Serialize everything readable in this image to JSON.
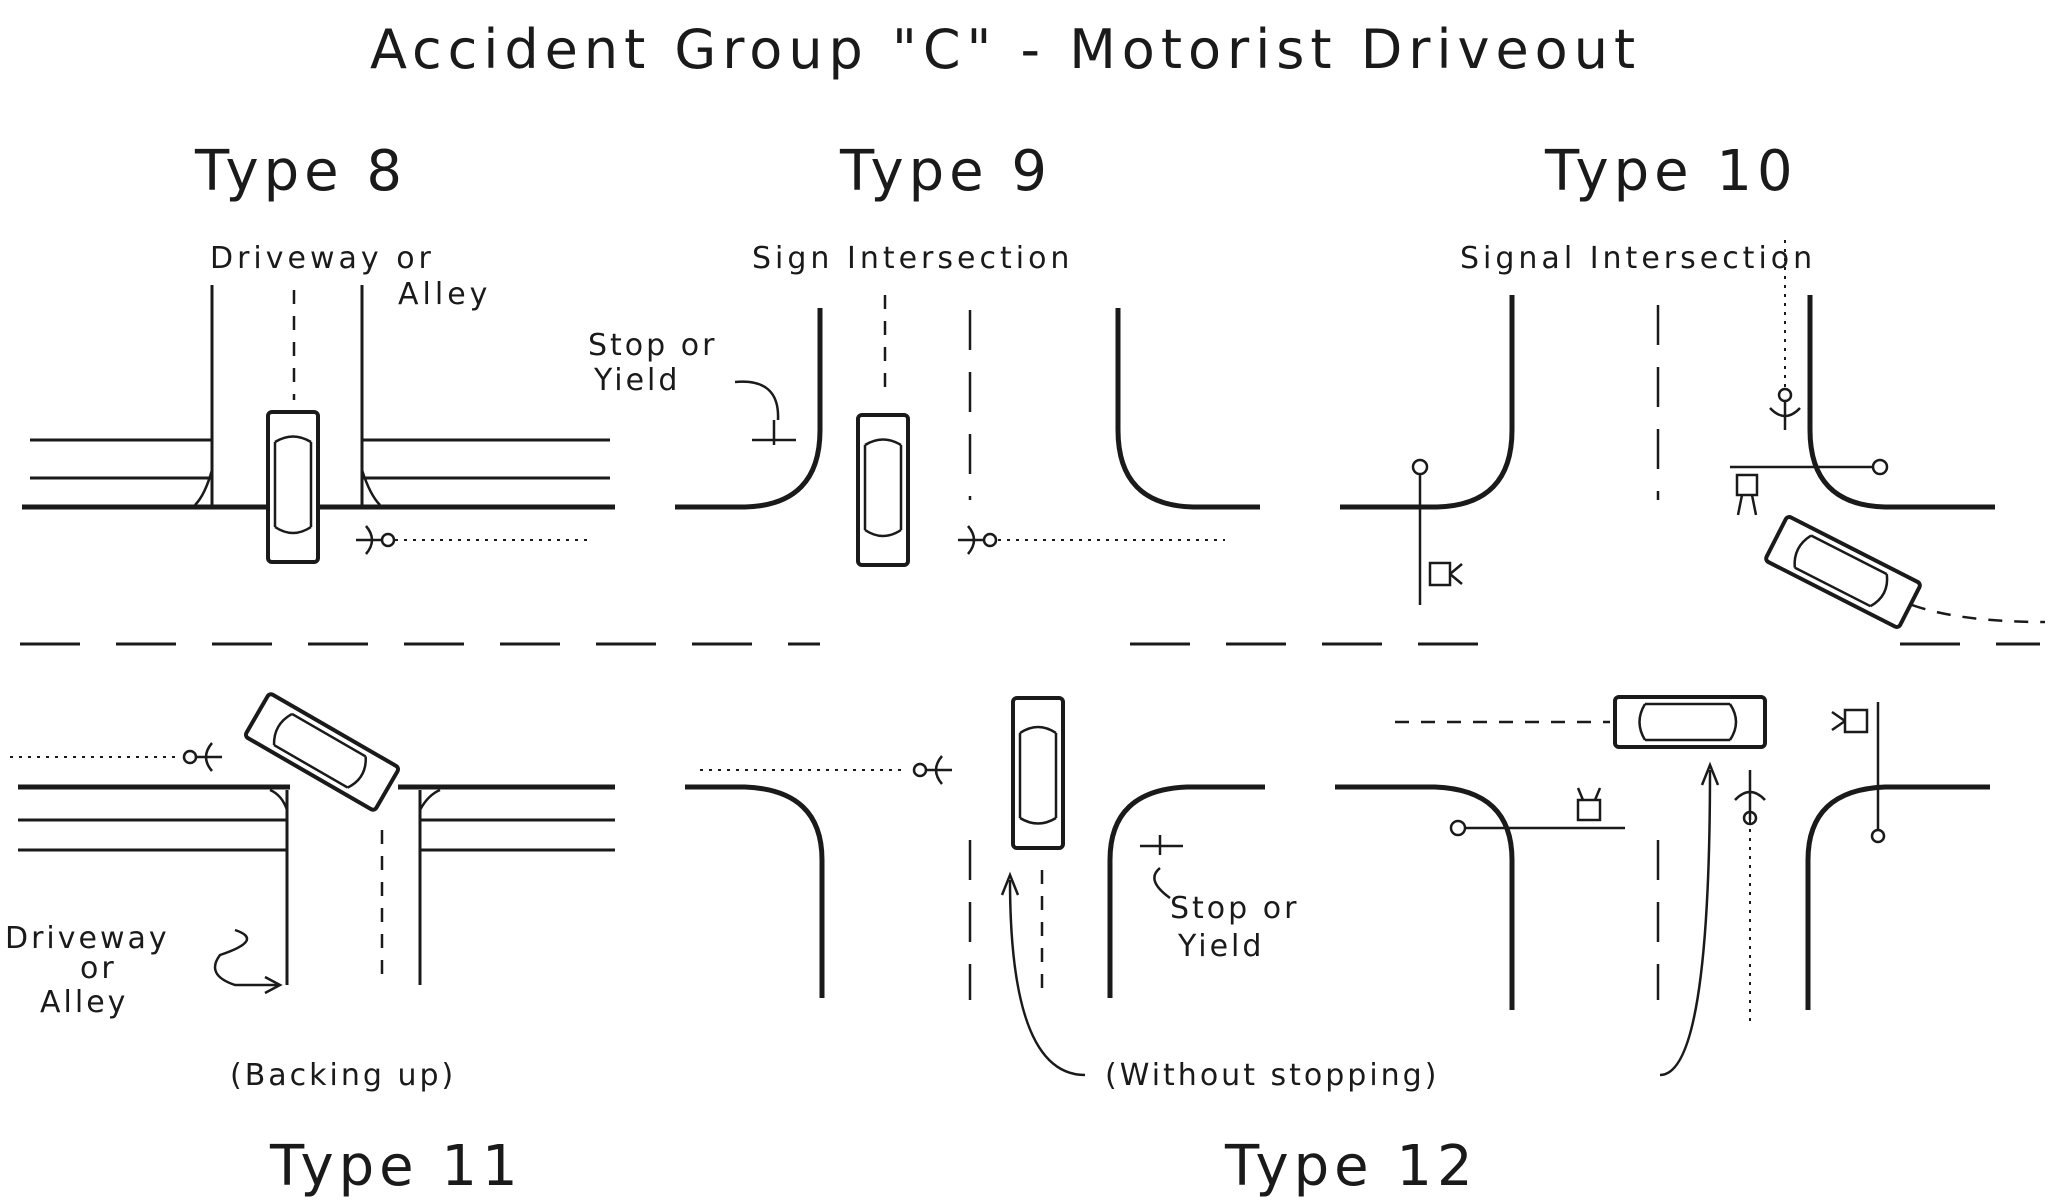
{
  "title": "Accident Group \"C\" - Motorist Driveout",
  "panels": {
    "type8": {
      "heading": "Type 8",
      "label_line1": "Driveway or",
      "label_line2": "Alley"
    },
    "type9": {
      "heading": "Type 9",
      "label": "Sign Intersection",
      "sign_line1": "Stop or",
      "sign_line2": "Yield"
    },
    "type10": {
      "heading": "Type 10",
      "label": "Signal Intersection"
    },
    "type11": {
      "heading": "Type 11",
      "label_line1": "Driveway",
      "label_line2": "or",
      "label_line3": "Alley",
      "note": "(Backing up)"
    },
    "type12": {
      "heading": "Type 12",
      "sign_line1": "Stop or",
      "sign_line2": "Yield",
      "note": "(Without stopping)"
    }
  }
}
